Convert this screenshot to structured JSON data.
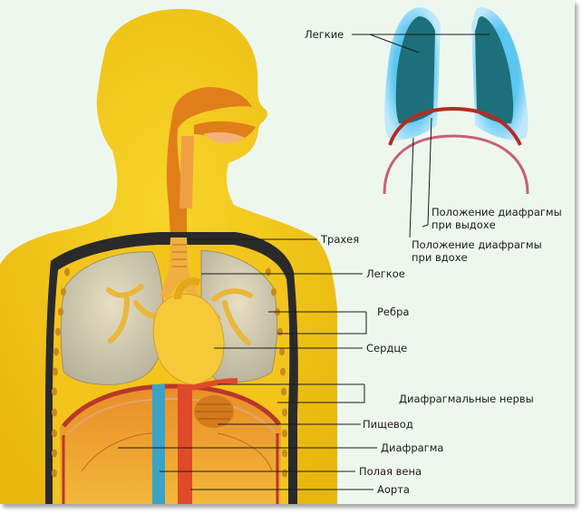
{
  "inset": {
    "lungs_label": "Легкие",
    "exhale_label_line1": "Положение диафрагмы",
    "exhale_label_line2": "при выдохе",
    "inhale_label_line1": "Положение диафрагмы",
    "inhale_label_line2": "при вдохе"
  },
  "labels": {
    "trachea": "Трахея",
    "lung": "Легкое",
    "ribs": "Ребра",
    "heart": "Сердце",
    "phrenic_nerves": "Диафрагмальные нервы",
    "esophagus": "Пищевод",
    "diaphragm": "Диафрагма",
    "vena_cava": "Полая вена",
    "aorta": "Аорта"
  },
  "colors": {
    "background": "#eef7ee",
    "body": "#f2c418",
    "lung_fill": "#d9d1b6",
    "heart": "#f5c93a",
    "airway": "#e07f1a",
    "diaphragm_red": "#b9372a",
    "vena_cava_blue": "#3aa3c9",
    "aorta_red": "#e04a2a",
    "inset_lung_dark": "#1d6f79",
    "inset_lung_glow": "#5cc6f2",
    "inset_exhale": "#b72a22",
    "inset_inhale": "#c6607a"
  }
}
